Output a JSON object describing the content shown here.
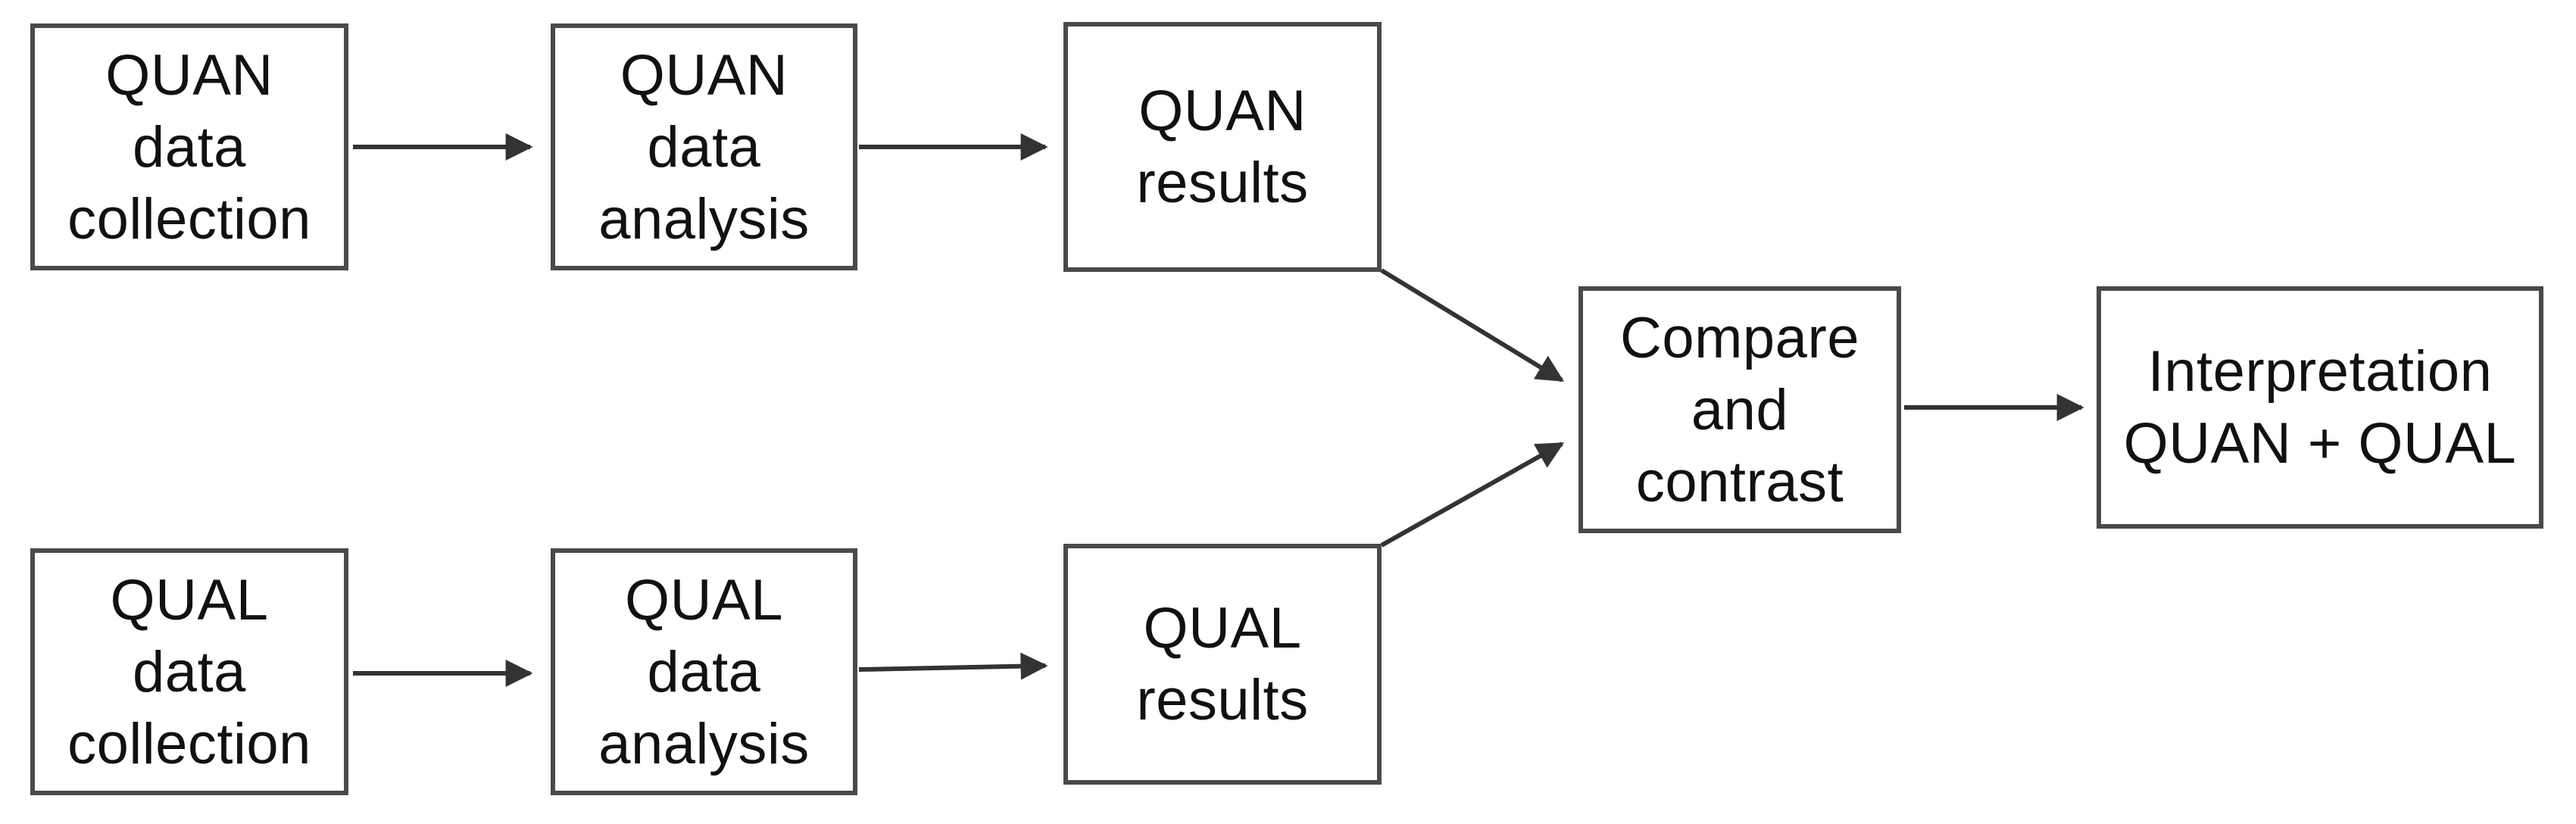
{
  "diagram": {
    "type": "flowchart",
    "nodes": {
      "quan_data_collection": {
        "label": "QUAN\ndata\ncollection"
      },
      "quan_data_analysis": {
        "label": "QUAN\ndata\nanalysis"
      },
      "quan_results": {
        "label": "QUAN\nresults"
      },
      "qual_data_collection": {
        "label": "QUAL\ndata\ncollection"
      },
      "qual_data_analysis": {
        "label": "QUAL\ndata\nanalysis"
      },
      "qual_results": {
        "label": "QUAL\nresults"
      },
      "compare_and_contrast": {
        "label": "Compare\nand\ncontrast"
      },
      "interpretation": {
        "label": "Interpretation\nQUAN + QUAL"
      }
    },
    "edges": [
      {
        "from": "quan_data_collection",
        "to": "quan_data_analysis"
      },
      {
        "from": "quan_data_analysis",
        "to": "quan_results"
      },
      {
        "from": "quan_results",
        "to": "compare_and_contrast"
      },
      {
        "from": "qual_data_collection",
        "to": "qual_data_analysis"
      },
      {
        "from": "qual_data_analysis",
        "to": "qual_results"
      },
      {
        "from": "qual_results",
        "to": "compare_and_contrast"
      },
      {
        "from": "compare_and_contrast",
        "to": "interpretation"
      }
    ]
  },
  "colors": {
    "background": "#ffffff",
    "box-fill": "#ffffff",
    "box-border": "#4a4a4a",
    "line": "#333333",
    "text": "#111111"
  }
}
